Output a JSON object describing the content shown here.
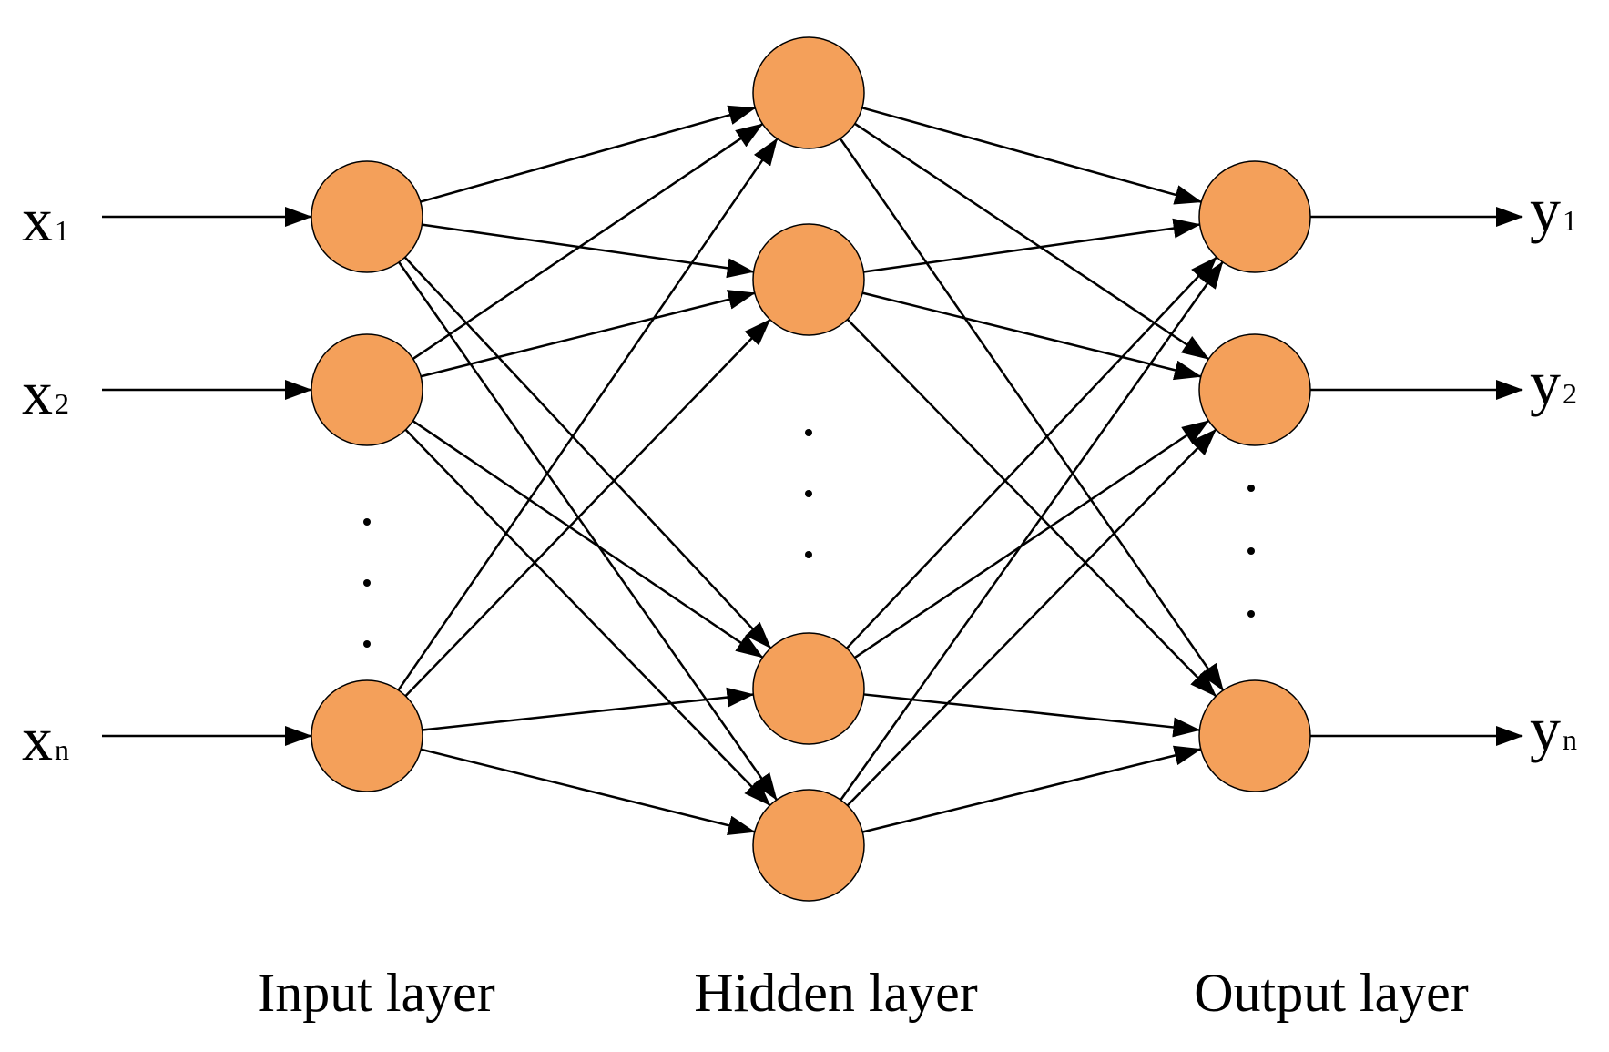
{
  "diagram": {
    "type": "neural-network",
    "colors": {
      "neuron_fill": "#F4A05A",
      "neuron_stroke": "#000000",
      "edge": "#000000"
    },
    "inputs": [
      {
        "letter": "x",
        "sub": "1"
      },
      {
        "letter": "x",
        "sub": "2"
      },
      {
        "letter": "x",
        "sub": "n"
      }
    ],
    "outputs": [
      {
        "letter": "y",
        "sub": "1"
      },
      {
        "letter": "y",
        "sub": "2"
      },
      {
        "letter": "y",
        "sub": "n"
      }
    ],
    "layer_labels": {
      "input": "Input layer",
      "hidden": "Hidden layer",
      "output": "Output layer"
    },
    "ellipsis": "..."
  }
}
